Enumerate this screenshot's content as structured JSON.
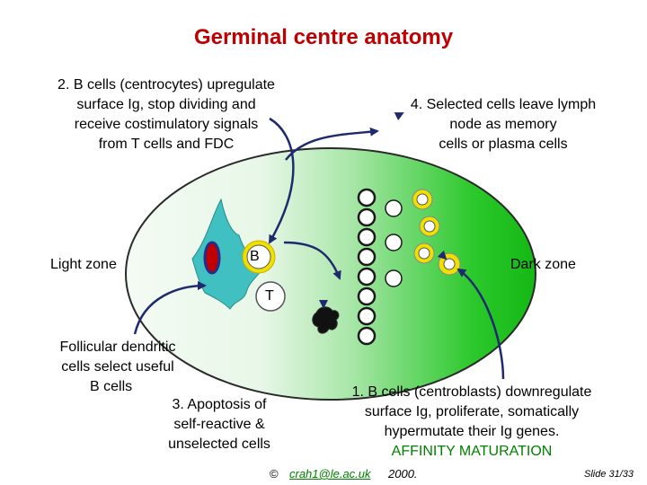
{
  "title": "Germinal centre anatomy",
  "labels": {
    "step2": [
      "2. B cells (centrocytes) upregulate",
      "surface Ig, stop dividing and",
      "receive costimulatory signals",
      "from T cells and FDC"
    ],
    "step4": [
      "4. Selected cells leave lymph",
      "node as memory",
      "cells or plasma cells"
    ],
    "light_zone": "Light zone",
    "dark_zone": "Dark zone",
    "fdc": [
      "Follicular dendritic",
      "cells select useful",
      "B cells"
    ],
    "step3": [
      "3. Apoptosis of",
      "self-reactive &",
      "unselected cells"
    ],
    "step1": [
      "1. B cells (centroblasts) downregulate",
      "surface Ig, proliferate, somatically",
      "hypermutate their Ig genes."
    ],
    "affinity": "AFFINITY MATURATION"
  },
  "cell_letters": {
    "b_cell": "B",
    "t_cell": "T"
  },
  "footer": {
    "copyright": "©",
    "email": "crah1@le.ac.uk",
    "year": "2000.",
    "slide": "Slide 31/33"
  },
  "colors": {
    "title": "#c00000",
    "zone_light": "#f2fbf2",
    "zone_dark": "#1ec21e",
    "fdc": "#40c0c0",
    "cell_yellow": "#f0e000",
    "affinity": "#008000",
    "arrow": "#1f2a6e"
  }
}
